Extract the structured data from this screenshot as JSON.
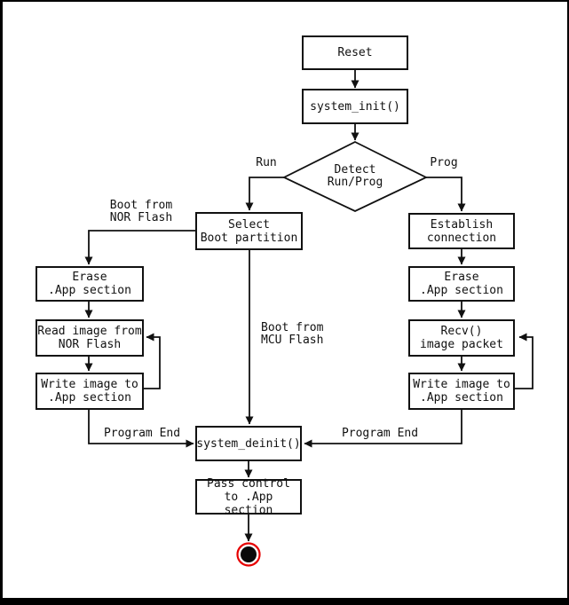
{
  "diagram": {
    "type": "flowchart",
    "nodes": {
      "reset": {
        "label": "Reset"
      },
      "system_init": {
        "label": "system_init()"
      },
      "detect": {
        "label": "Detect\nRun/Prog"
      },
      "select_boot": {
        "label": "Select\nBoot partition"
      },
      "establish": {
        "label": "Establish\nconnection"
      },
      "erase_nor": {
        "label": "Erase\n.App section"
      },
      "read_image": {
        "label": "Read image from\nNOR Flash"
      },
      "write_nor": {
        "label": "Write image to\n.App section"
      },
      "erase_app": {
        "label": "Erase\n.App section"
      },
      "recv_packet": {
        "label": "Recv()\nimage packet"
      },
      "write_app": {
        "label": "Write image to\n.App section"
      },
      "system_deinit": {
        "label": "system_deinit()"
      },
      "pass_control": {
        "label": "Pass control\nto .App section"
      }
    },
    "edge_labels": {
      "run": "Run",
      "prog": "Prog",
      "boot_nor": "Boot from\nNOR Flash",
      "boot_mcu": "Boot from\nMCU Flash",
      "program_end_left": "Program End",
      "program_end_right": "Program End"
    },
    "colors": {
      "line": "#111111",
      "node_bg": "#ffffff",
      "end_ring": "#e60000",
      "end_core": "#0a0a0a"
    }
  }
}
